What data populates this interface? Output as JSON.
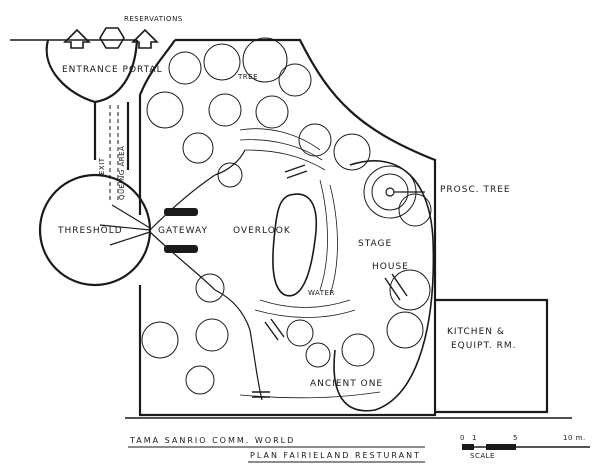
{
  "labels": {
    "reservations": "RESERVATIONS",
    "entrance_portal": "ENTRANCE PORTAL",
    "exit": "EXIT",
    "queuing_area": "QUEING AREA",
    "threshold": "THRESHOLD",
    "gateway": "GATEWAY",
    "overlook": "OVERLOOK",
    "stage": "STAGE",
    "house": "HOUSE",
    "water": "WATER",
    "ancient_one": "ANCIENT ONE",
    "prosc_tree": "PROSC. TREE",
    "kitchen": "KITCHEN &",
    "equip": "EQUIPT. RM.",
    "tree_label": "TREE"
  },
  "title_block": {
    "line1": "TAMA  SANRIO  COMM. WORLD",
    "line2": "PLAN   FAIRIELAND RESTURANT"
  },
  "scale": {
    "ticks": [
      "0",
      "1",
      "5",
      "10 m."
    ],
    "label": "SCALE"
  }
}
